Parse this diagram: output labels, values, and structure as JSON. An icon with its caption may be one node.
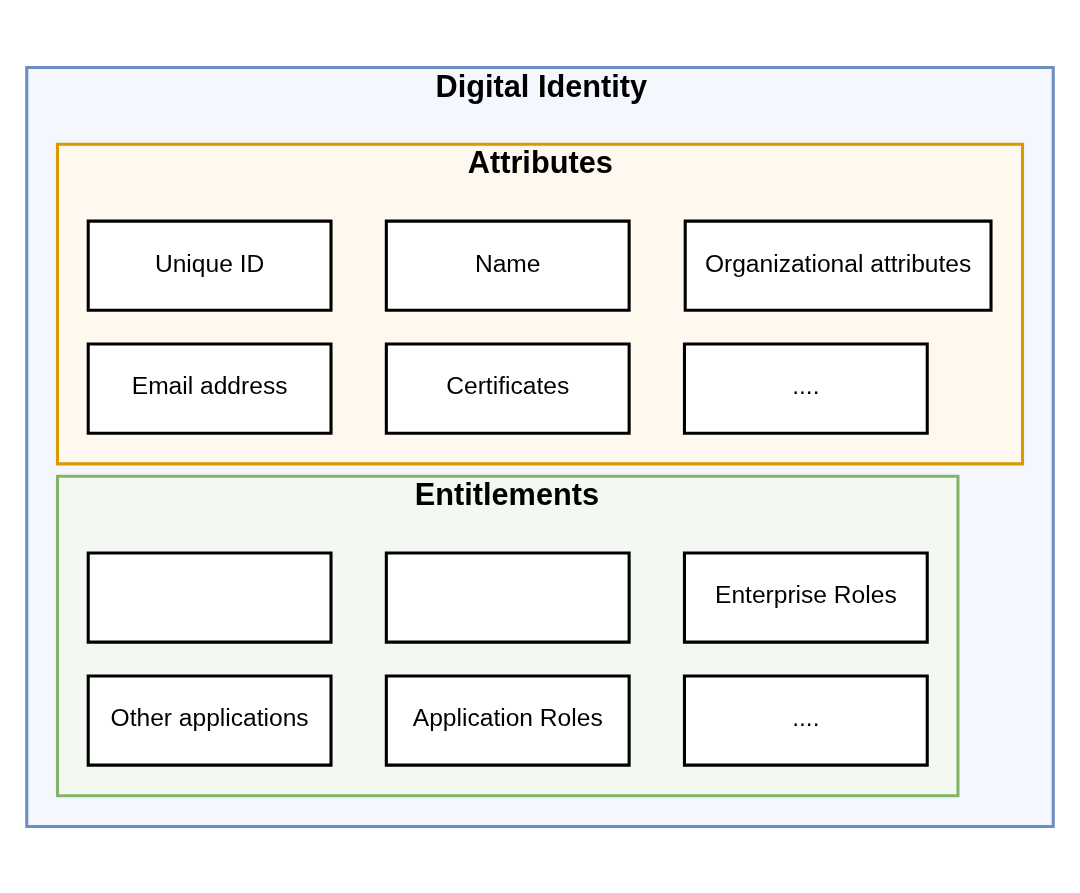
{
  "diagram": {
    "nodes": [
      {
        "text": [
          "Digital Identity"
        ]
      },
      {
        "text": [
          "Attributes"
        ],
        "in": 0
      },
      {
        "text": [
          "Unique ID"
        ],
        "in": 1
      },
      {
        "text": [
          "Name"
        ],
        "in": 1
      },
      {
        "text": [
          "Organizational attributes"
        ],
        "in": 1
      },
      {
        "text": [
          "Email address"
        ],
        "in": 1
      },
      {
        "text": [
          "Certificates"
        ],
        "in": 1
      },
      {
        "text": [
          "...."
        ],
        "in": 1
      },
      {
        "text": [
          "Entitlements"
        ],
        "in": 0
      },
      {
        "text": [],
        "shape": "box",
        "in": 8
      },
      {
        "text": [],
        "shape": "box",
        "in": 8
      },
      {
        "text": [
          "Enterprise Roles"
        ],
        "in": 8
      },
      {
        "text": [
          "Other applications"
        ],
        "in": 8
      },
      {
        "text": [
          "Application Roles"
        ],
        "in": 8
      },
      {
        "text": [
          "...."
        ],
        "in": 8
      }
    ],
    "edges": []
  }
}
